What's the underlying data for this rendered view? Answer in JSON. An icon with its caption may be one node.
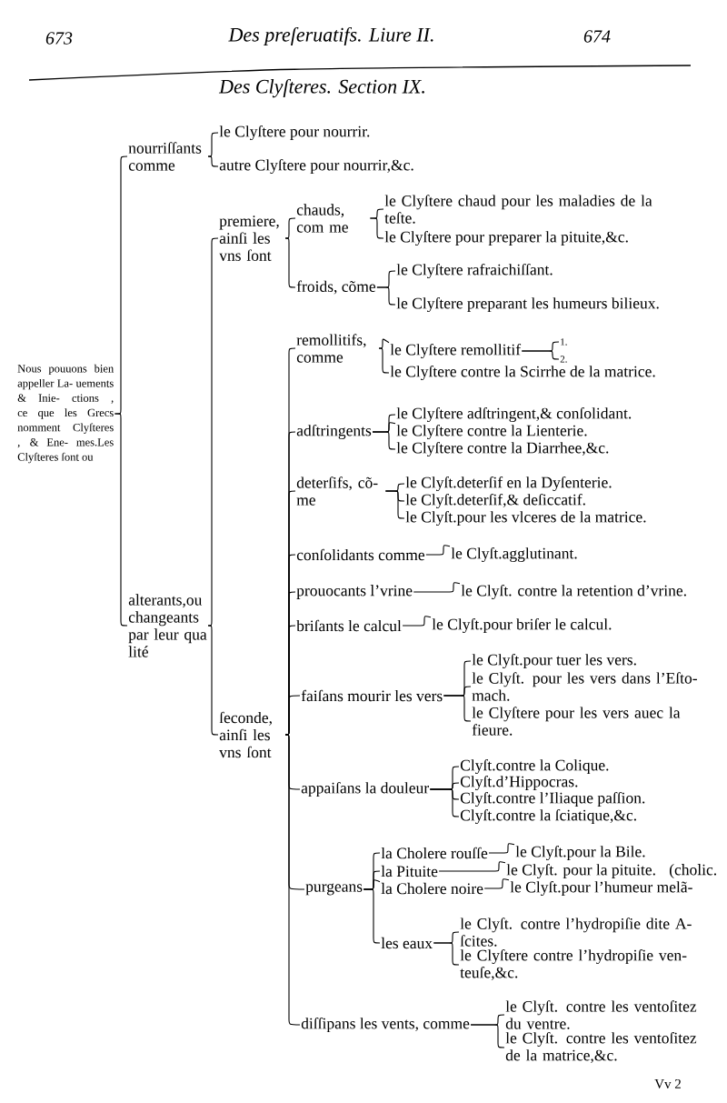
{
  "diagram": {
    "title": "Des Clyſteres. Section IX.",
    "nodes": [
      {
        "text": [
          "Nous pouuons bien appeller La- uements & Inie- ctions , ce que les Grecs nomment Clyſteres , & Ene- mes.Les Clyſteres ſont ou"
        ]
      },
      {
        "text": [
          "nourriſſants comme"
        ]
      },
      {
        "text": [
          "le Clyſtere pour nourrir."
        ]
      },
      {
        "text": [
          "autre Clyſtere pour nourrir,&c."
        ]
      },
      {
        "text": [
          "alterants,ou changeants par leur qua lité"
        ]
      },
      {
        "text": [
          "premiere, ainſi les vns ſont"
        ]
      },
      {
        "text": [
          "chauds, com me"
        ]
      },
      {
        "text": [
          "le Clyſtere chaud pour les maladies de la teſte."
        ]
      },
      {
        "text": [
          "le Clyſtere pour preparer la pituite,&c."
        ]
      },
      {
        "text": [
          "froids, cõme"
        ]
      },
      {
        "text": [
          "le Clyſtere rafraichiſſant."
        ]
      },
      {
        "text": [
          "le Clyſtere preparant les humeurs bilieux."
        ]
      },
      {
        "text": [
          "ſeconde, ainſi les vns ſont"
        ]
      },
      {
        "text": [
          "remollitifs, comme"
        ]
      },
      {
        "text": [
          "le Clyſtere remollitif"
        ]
      },
      {
        "text": [
          "1."
        ]
      },
      {
        "text": [
          "2."
        ]
      },
      {
        "text": [
          "le Clyſtere contre la Scirrhe de la matrice."
        ]
      },
      {
        "text": [
          "adſtringents"
        ]
      },
      {
        "text": [
          "le Clyſtere adſtringent,& conſolidant."
        ]
      },
      {
        "text": [
          "le Clyſtere contre la Lienterie."
        ]
      },
      {
        "text": [
          "le Clyſtere contre la Diarrhee,&c."
        ]
      },
      {
        "text": [
          "deterſifs, cõ- me"
        ]
      },
      {
        "text": [
          "le Clyſt.deterſif en la Dyſenterie."
        ]
      },
      {
        "text": [
          "le Clyſt.deterſif,& deſiccatif."
        ]
      },
      {
        "text": [
          "le Clyſt.pour les vlceres de la matrice."
        ]
      },
      {
        "text": [
          "conſolidants comme"
        ]
      },
      {
        "text": [
          "le Clyſt.agglutinant."
        ]
      },
      {
        "text": [
          "prouocants l’vrine"
        ]
      },
      {
        "text": [
          "le Clyſt. contre la retention d’vrine."
        ]
      },
      {
        "text": [
          "briſants le calcul"
        ]
      },
      {
        "text": [
          "le Clyſt.pour briſer le calcul."
        ]
      },
      {
        "text": [
          "faiſans mourir les vers"
        ]
      },
      {
        "text": [
          "le Clyſt.pour tuer les vers."
        ]
      },
      {
        "text": [
          "le Clyſt. pour les vers dans l’Eſto- mach."
        ]
      },
      {
        "text": [
          "le Clyſtere pour les vers auec la fieure."
        ]
      },
      {
        "text": [
          "appaiſans la douleur"
        ]
      },
      {
        "text": [
          "Clyſt.contre la Colique."
        ]
      },
      {
        "text": [
          "Clyſt.d’Hippocras."
        ]
      },
      {
        "text": [
          "Clyſt.contre l’Iliaque paſſion."
        ]
      },
      {
        "text": [
          "Clyſt.contre la ſciatique,&c."
        ]
      },
      {
        "text": [
          "purgeans"
        ]
      },
      {
        "text": [
          "la Cholere rouſſe"
        ]
      },
      {
        "text": [
          "le Clyſt.pour la Bile."
        ]
      },
      {
        "text": [
          "la Pituite"
        ]
      },
      {
        "text": [
          "le Clyſt. pour la pituite."
        ]
      },
      {
        "text": [
          "la Cholere noire"
        ]
      },
      {
        "text": [
          "le Clyſt.pour l’humeur melã-"
        ],
        "beside": [
          "(cholic."
        ]
      },
      {
        "text": [
          "les eaux"
        ]
      },
      {
        "text": [
          "le Clyſt. contre l’hydropiſie dite A- ſcites."
        ]
      },
      {
        "text": [
          "le Clyſtere contre l’hydropiſie ven- teuſe,&c."
        ]
      },
      {
        "text": [
          "diſſipans les vents, comme"
        ]
      },
      {
        "text": [
          "le Clyſt. contre les ventoſitez du ventre."
        ]
      },
      {
        "text": [
          "le Clyſt. contre les ventoſitez de la matrice,&c."
        ]
      }
    ],
    "edges": [
      {
        "from": 0,
        "to": 1,
        "arrow": "none"
      },
      {
        "from": 0,
        "to": 4,
        "arrow": "none"
      },
      {
        "from": 1,
        "to": 2,
        "arrow": "none"
      },
      {
        "from": 1,
        "to": 3,
        "arrow": "none"
      },
      {
        "from": 4,
        "to": 5,
        "arrow": "none"
      },
      {
        "from": 4,
        "to": 12,
        "arrow": "none"
      },
      {
        "from": 5,
        "to": 6,
        "arrow": "none"
      },
      {
        "from": 5,
        "to": 9,
        "arrow": "none"
      },
      {
        "from": 6,
        "to": 7,
        "arrow": "none"
      },
      {
        "from": 6,
        "to": 8,
        "arrow": "none"
      },
      {
        "from": 9,
        "to": 10,
        "arrow": "none"
      },
      {
        "from": 9,
        "to": 11,
        "arrow": "none"
      },
      {
        "from": 12,
        "to": 13,
        "arrow": "none"
      },
      {
        "from": 12,
        "to": 18,
        "arrow": "none"
      },
      {
        "from": 12,
        "to": 22,
        "arrow": "none"
      },
      {
        "from": 12,
        "to": 26,
        "arrow": "none"
      },
      {
        "from": 12,
        "to": 28,
        "arrow": "none"
      },
      {
        "from": 12,
        "to": 30,
        "arrow": "none"
      },
      {
        "from": 12,
        "to": 32,
        "arrow": "none"
      },
      {
        "from": 12,
        "to": 36,
        "arrow": "none"
      },
      {
        "from": 12,
        "to": 41,
        "arrow": "none"
      },
      {
        "from": 12,
        "to": 51,
        "arrow": "none"
      },
      {
        "from": 13,
        "to": 14,
        "arrow": "none"
      },
      {
        "from": 13,
        "to": 17,
        "arrow": "none"
      },
      {
        "from": 14,
        "to": 15,
        "arrow": "none"
      },
      {
        "from": 14,
        "to": 16,
        "arrow": "none"
      },
      {
        "from": 18,
        "to": 19,
        "arrow": "none"
      },
      {
        "from": 18,
        "to": 20,
        "arrow": "none"
      },
      {
        "from": 18,
        "to": 21,
        "arrow": "none"
      },
      {
        "from": 22,
        "to": 23,
        "arrow": "none"
      },
      {
        "from": 22,
        "to": 24,
        "arrow": "none"
      },
      {
        "from": 22,
        "to": 25,
        "arrow": "none"
      },
      {
        "from": 26,
        "to": 27,
        "arrow": "none"
      },
      {
        "from": 28,
        "to": 29,
        "arrow": "none"
      },
      {
        "from": 30,
        "to": 31,
        "arrow": "none"
      },
      {
        "from": 32,
        "to": 33,
        "arrow": "none"
      },
      {
        "from": 32,
        "to": 34,
        "arrow": "none"
      },
      {
        "from": 32,
        "to": 35,
        "arrow": "none"
      },
      {
        "from": 36,
        "to": 37,
        "arrow": "none"
      },
      {
        "from": 36,
        "to": 38,
        "arrow": "none"
      },
      {
        "from": 36,
        "to": 39,
        "arrow": "none"
      },
      {
        "from": 36,
        "to": 40,
        "arrow": "none"
      },
      {
        "from": 41,
        "to": 42,
        "arrow": "none"
      },
      {
        "from": 41,
        "to": 44,
        "arrow": "none"
      },
      {
        "from": 41,
        "to": 46,
        "arrow": "none"
      },
      {
        "from": 41,
        "to": 48,
        "arrow": "none"
      },
      {
        "from": 42,
        "to": 43,
        "arrow": "none"
      },
      {
        "from": 44,
        "to": 45,
        "arrow": "none"
      },
      {
        "from": 46,
        "to": 47,
        "arrow": "none"
      },
      {
        "from": 48,
        "to": 49,
        "arrow": "none"
      },
      {
        "from": 48,
        "to": 50,
        "arrow": "none"
      },
      {
        "from": 51,
        "to": 52,
        "arrow": "none"
      },
      {
        "from": 51,
        "to": 53,
        "arrow": "none"
      }
    ],
    "labels": [
      "673",
      "Des preſeruatifs. Liure II.",
      "674",
      "Vv 2"
    ]
  }
}
